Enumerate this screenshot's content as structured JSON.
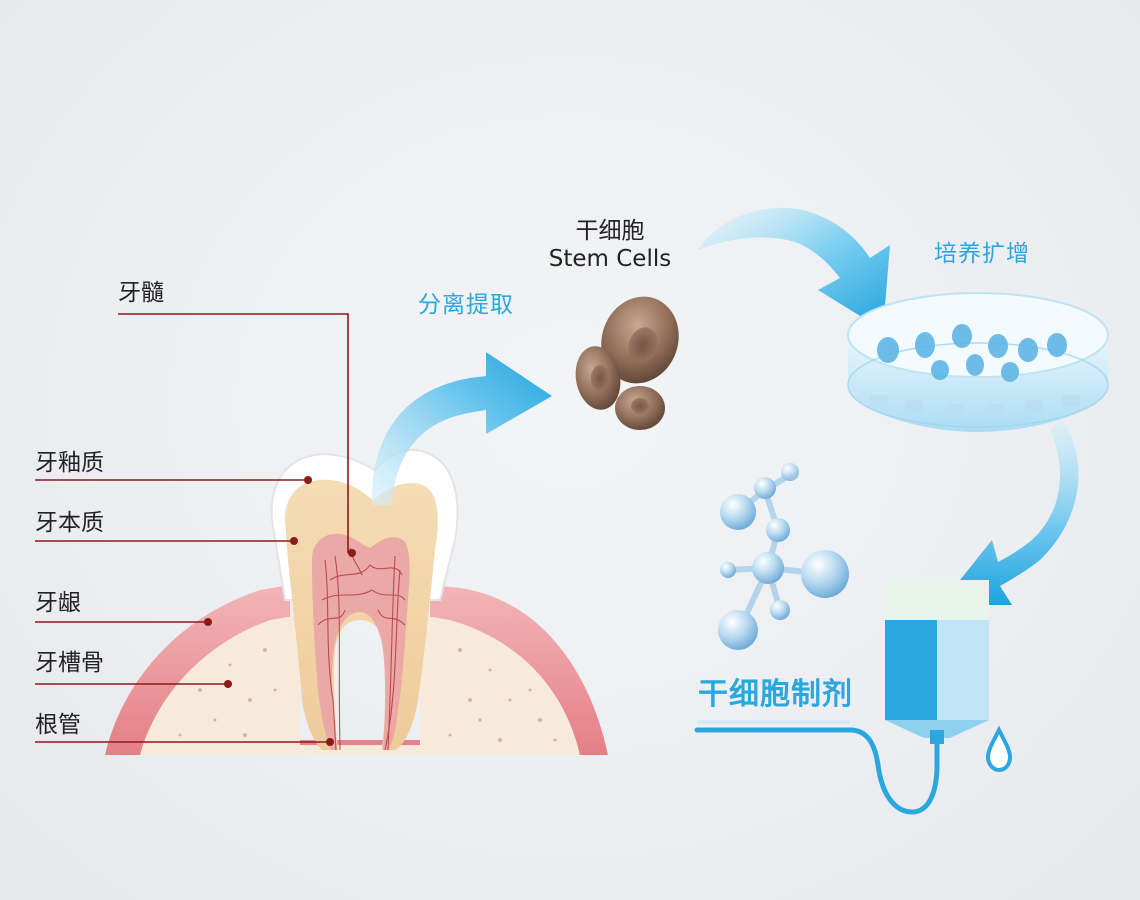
{
  "anatomy_labels": {
    "pulp": "牙髓",
    "enamel": "牙釉质",
    "dentin": "牙本质",
    "gum": "牙龈",
    "alveolar_bone": "牙槽骨",
    "root_canal": "根管"
  },
  "process": {
    "step1": "分离提取",
    "stem_cells_zh": "干细胞",
    "stem_cells_en": "Stem Cells",
    "step2": "培养扩增",
    "product": "干细胞制剂"
  },
  "colors": {
    "accent": "#2aa7df",
    "leader_line": "#8b1a1a",
    "gum": "#e88a8f",
    "dentin": "#efd2a8",
    "pulp": "#e9a0a2",
    "cell": "#8a6a55"
  },
  "icons": [
    "tooth-icon",
    "stem-cell-cluster-icon",
    "petri-dish-icon",
    "molecule-icon",
    "iv-bag-icon",
    "water-drop-icon"
  ]
}
